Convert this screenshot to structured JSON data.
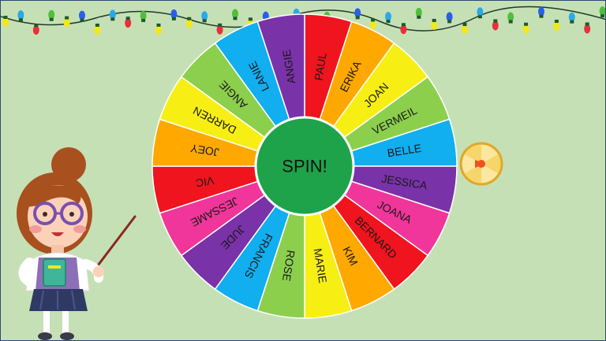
{
  "wheel": {
    "center_label": "SPIN!",
    "center_color": "#1ea34a",
    "segments": [
      {
        "name": "PAUL",
        "color": "#f0141e"
      },
      {
        "name": "ERIKA",
        "color": "#ffa800"
      },
      {
        "name": "JOAN",
        "color": "#f7ef14"
      },
      {
        "name": "VERMEIL",
        "color": "#8ccf4d"
      },
      {
        "name": "BELLE",
        "color": "#11aef0"
      },
      {
        "name": "JESSICA",
        "color": "#7a32a8"
      },
      {
        "name": "JOANA",
        "color": "#f0369a"
      },
      {
        "name": "BERNARD",
        "color": "#f0141e"
      },
      {
        "name": "KIM",
        "color": "#ffa800"
      },
      {
        "name": "MARIE",
        "color": "#f7ef14"
      },
      {
        "name": "ROSE",
        "color": "#8ccf4d"
      },
      {
        "name": "FRANCIS",
        "color": "#11aef0"
      },
      {
        "name": "JUDE",
        "color": "#7a32a8"
      },
      {
        "name": "JESSAME",
        "color": "#f0369a"
      },
      {
        "name": "VIC",
        "color": "#f0141e"
      },
      {
        "name": "JOEY",
        "color": "#ffa800"
      },
      {
        "name": "DARREN",
        "color": "#f7ef14"
      },
      {
        "name": "ANGIE",
        "color": "#8ccf4d"
      },
      {
        "name": "LANIE",
        "color": "#11aef0"
      },
      {
        "name": "ANGIE",
        "color": "#7a32a8"
      }
    ]
  },
  "lights": {
    "colors": [
      "#f2e81a",
      "#2aa9e8",
      "#e8303a",
      "#4fbf3a",
      "#f2e81a",
      "#2a5fe8"
    ]
  }
}
